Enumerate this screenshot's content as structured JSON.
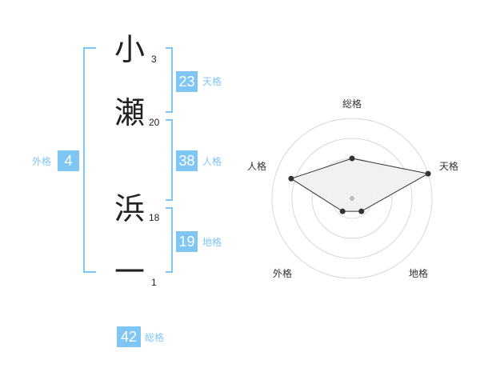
{
  "name_chars": [
    {
      "char": "小",
      "strokes": "3"
    },
    {
      "char": "瀬",
      "strokes": "20"
    },
    {
      "char": "浜",
      "strokes": "18"
    },
    {
      "char": "一",
      "strokes": "1"
    }
  ],
  "fortune": {
    "tenkaku": {
      "label": "天格",
      "value": "23"
    },
    "jinkaku": {
      "label": "人格",
      "value": "38"
    },
    "chikaku": {
      "label": "地格",
      "value": "19"
    },
    "gaikaku": {
      "label": "外格",
      "value": "4"
    },
    "soukaku": {
      "label": "総格",
      "value": "42"
    }
  },
  "colors": {
    "accent": "#7fc6f5",
    "text": "#222222",
    "radar_fill": "#efefef",
    "radar_grid": "#d8d8d8"
  },
  "chart_data": {
    "type": "radar",
    "axes": [
      "総格",
      "天格",
      "地格",
      "外格",
      "人格"
    ],
    "values": [
      0.5,
      1.0,
      0.2,
      0.2,
      0.8
    ],
    "rings": 4
  }
}
